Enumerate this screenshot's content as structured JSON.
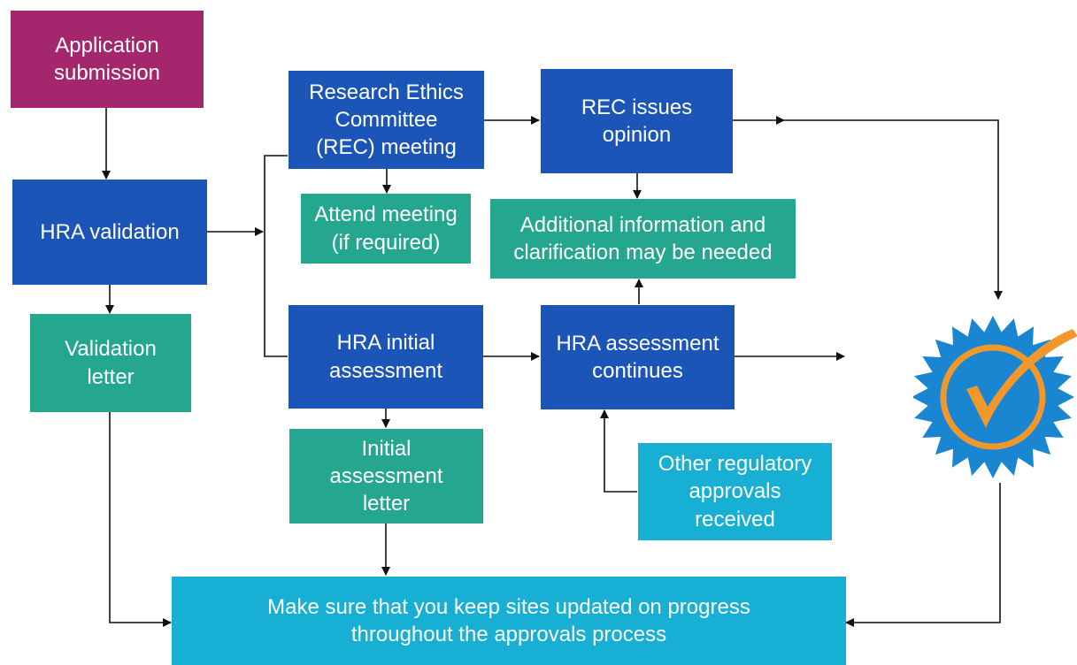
{
  "colors": {
    "magenta": "#a4276d",
    "dark_blue": "#1c55b8",
    "teal": "#24a68f",
    "light_blue": "#17b0d4",
    "badge_blue": "#1a86d1",
    "badge_orange": "#f2972b"
  },
  "nodes": {
    "application_submission": {
      "lines": [
        "Application",
        "submission"
      ]
    },
    "hra_validation": {
      "lines": [
        "HRA validation"
      ]
    },
    "validation_letter": {
      "lines": [
        "Validation",
        "letter"
      ]
    },
    "rec_meeting": {
      "lines": [
        "Research Ethics",
        "Committee",
        "(REC) meeting"
      ]
    },
    "attend_meeting": {
      "lines": [
        "Attend meeting",
        "(if required)"
      ]
    },
    "rec_opinion": {
      "lines": [
        "REC issues",
        "opinion"
      ]
    },
    "additional_info": {
      "lines": [
        "Additional information and",
        "clarification may be needed"
      ]
    },
    "hra_initial": {
      "lines": [
        "HRA initial",
        "assessment"
      ]
    },
    "initial_letter": {
      "lines": [
        "Initial",
        "assessment",
        "letter"
      ]
    },
    "hra_continues": {
      "lines": [
        "HRA assessment",
        "continues"
      ]
    },
    "other_approvals": {
      "lines": [
        "Other regulatory",
        "approvals",
        "received"
      ]
    },
    "keep_sites": {
      "lines": [
        "Make sure that you keep sites updated on progress",
        "throughout the approvals process"
      ]
    }
  },
  "badge": {
    "icon": "approval-checkmark-badge-icon"
  }
}
